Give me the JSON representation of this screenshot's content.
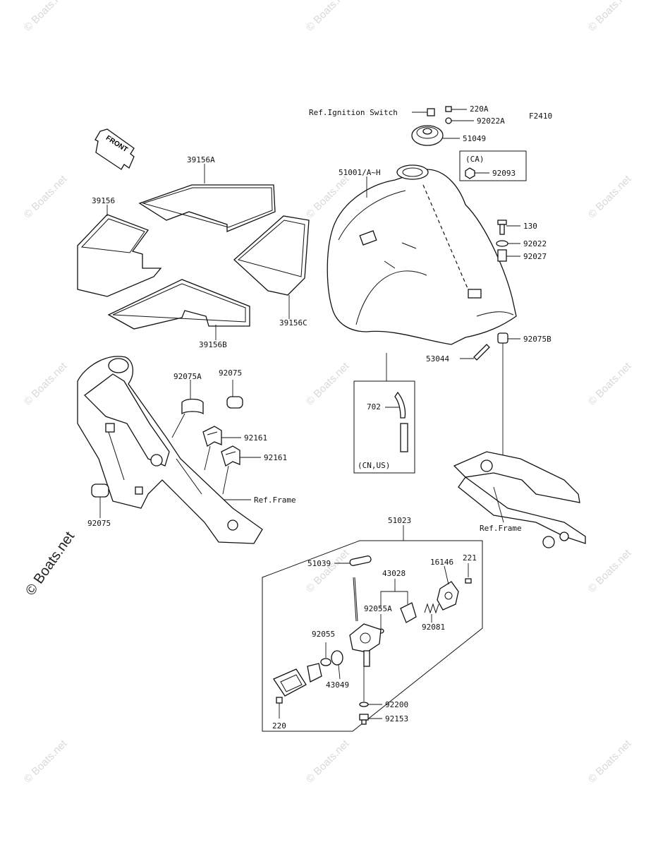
{
  "diagram": {
    "figure_code": "F2410",
    "front_arrow_label": "FRONT",
    "labels": {
      "ignition": "Ref.Ignition Switch",
      "p220a": "220A",
      "p92022a": "92022A",
      "p51049": "51049",
      "ca": "(CA)",
      "p92093": "92093",
      "p51001": "51001/A~H",
      "p130": "130",
      "p92022": "92022",
      "p92027": "92027",
      "p92075b": "92075B",
      "p53044": "53044",
      "p702": "702",
      "cnus": "(CN,US)",
      "p39156a": "39156A",
      "p39156": "39156",
      "p39156c": "39156C",
      "p39156b": "39156B",
      "p92075a": "92075A",
      "p92075_top": "92075",
      "p92161_a": "92161",
      "p92161_b": "92161",
      "refframe_left": "Ref.Frame",
      "p92075_bottom": "92075",
      "refframe_right": "Ref.Frame",
      "p51023": "51023",
      "p51039": "51039",
      "p43028": "43028",
      "p16146": "16146",
      "p221": "221",
      "p92055a": "92055A",
      "p92081": "92081",
      "p92055": "92055",
      "p43049": "43049",
      "p92200": "92200",
      "p92153": "92153",
      "p220": "220"
    },
    "watermarks": {
      "small": "© Boats.net",
      "large": "© Boats.net"
    }
  }
}
